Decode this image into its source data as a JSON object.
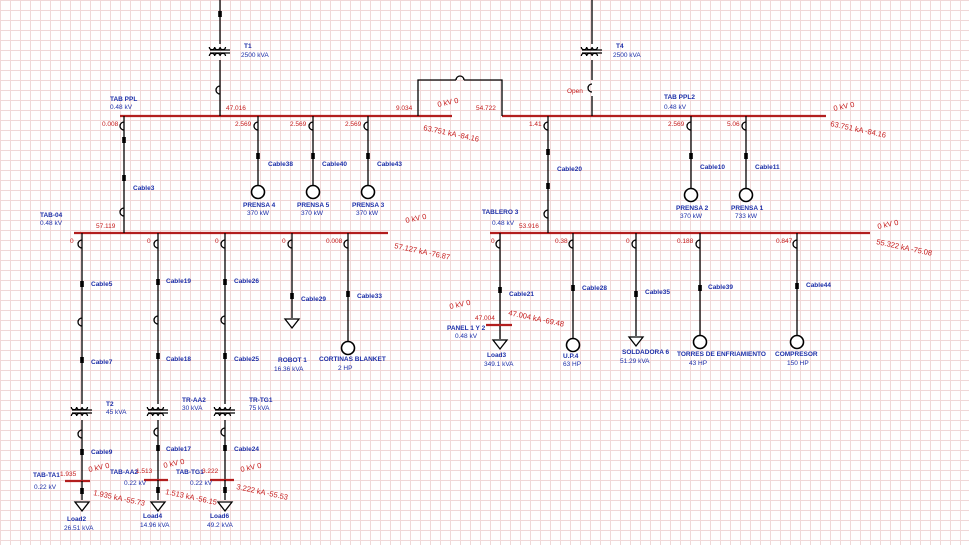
{
  "transformers": [
    {
      "name": "T1",
      "rating": "2500 kVA"
    },
    {
      "name": "T4",
      "rating": "2500 kVA",
      "state": "Open"
    },
    {
      "name": "T2",
      "rating": "45 kVA"
    },
    {
      "name": "TR-AA2",
      "rating": "30 kVA"
    },
    {
      "name": "TR-TG1",
      "rating": "75 kVA"
    }
  ],
  "buses": [
    {
      "name": "TAB PPL",
      "voltage": "0.48 kV",
      "kv": "0 kV 0",
      "fault": "63.751 kA -84.16"
    },
    {
      "name": "TAB PPL2",
      "voltage": "0.48 kV",
      "kv": "0 kV 0",
      "fault": "63.751 kA -84.16"
    },
    {
      "name": "TAB-04",
      "voltage": "0.48 kV",
      "kv": "0 kV 0",
      "fault": "57.127 kA -76.87"
    },
    {
      "name": "TABLERO 3",
      "voltage": "0.48 kV",
      "kv": "0 kV 0",
      "fault": "55.322 kA -75.08"
    },
    {
      "name": "PANEL 1 Y 2",
      "voltage": "0.48 kV",
      "kv": "0 kV 0",
      "fault": "47.004 kA -69.48"
    },
    {
      "name": "TAB-TA1",
      "voltage": "0.22 kV",
      "kv": "0 kV 0",
      "fault": "1.935 kA -55.73"
    },
    {
      "name": "TAB-AA2",
      "voltage": "0.22 kV",
      "kv": "0 kV 0",
      "fault": "1.513 kA -56.15"
    },
    {
      "name": "TAB-TG1",
      "voltage": "0.22 kV",
      "kv": "0 kV 0",
      "fault": "3.222 kA -55.53"
    }
  ],
  "flows": [
    "0.008",
    "47.016",
    "2.569",
    "2.569",
    "2.569",
    "9.034",
    "54.722",
    "1.41",
    "2.569",
    "5.06",
    "57.119",
    "0",
    "0",
    "0",
    "0",
    "0.008",
    "53.916",
    "0",
    "0.38",
    "0",
    "0.188",
    "0.847",
    "47.004",
    "1.935",
    "1.513",
    "3.222"
  ],
  "cables": [
    "Cable3",
    "Cable38",
    "Cable40",
    "Cable43",
    "Cable20",
    "Cable10",
    "Cable11",
    "Cable5",
    "Cable7",
    "Cable9",
    "Cable19",
    "Cable18",
    "Cable17",
    "Cable26",
    "Cable25",
    "Cable24",
    "Cable29",
    "Cable33",
    "Cable21",
    "Cable28",
    "Cable35",
    "Cable39",
    "Cable44"
  ],
  "motors": [
    {
      "name": "PRENSA 4",
      "rating": "370 kW"
    },
    {
      "name": "PRENSA 5",
      "rating": "370 kW"
    },
    {
      "name": "PRENSA 3",
      "rating": "370 kW"
    },
    {
      "name": "PRENSA 2",
      "rating": "370 kW"
    },
    {
      "name": "PRENSA 1",
      "rating": "733 kW"
    },
    {
      "name": "CORTINAS BLANKET",
      "rating": "2 HP"
    },
    {
      "name": "U.P.4",
      "rating": "63 HP"
    },
    {
      "name": "TORRES DE ENFRIAMIENTO",
      "rating": "43 HP"
    },
    {
      "name": "COMPRESOR",
      "rating": "150 HP"
    }
  ],
  "loads": [
    {
      "name": "ROBOT 1",
      "rating": "16.36 kVA"
    },
    {
      "name": "SOLDADORA 6",
      "rating": "51.29 kVA"
    },
    {
      "name": "Load3",
      "rating": "349.1 kVA"
    },
    {
      "name": "Load2",
      "rating": "26.51 kVA"
    },
    {
      "name": "Load4",
      "rating": "14.96 kVA"
    },
    {
      "name": "Load6",
      "rating": "49.2 kVA"
    }
  ]
}
